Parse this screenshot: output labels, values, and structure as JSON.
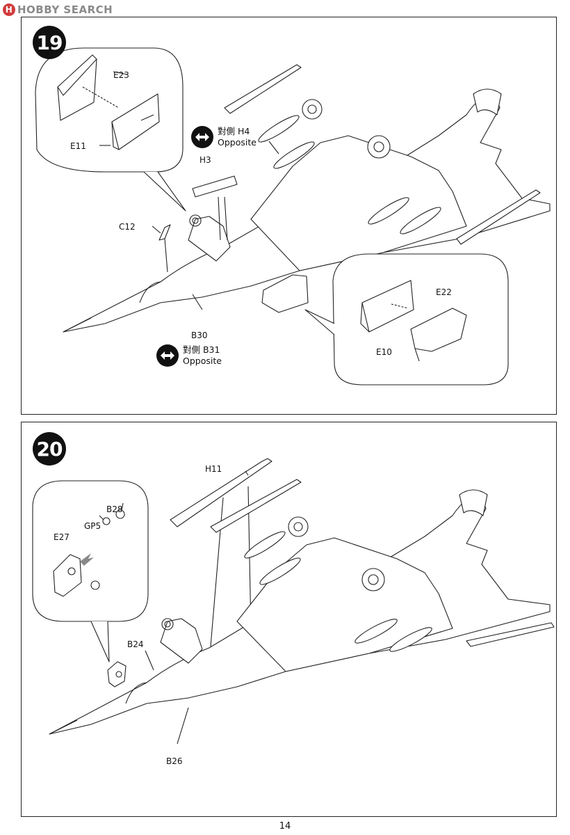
{
  "watermark": {
    "text": "HOBBY SEARCH",
    "logo_letter": "H"
  },
  "steps": [
    {
      "number": "19",
      "labels": {
        "e23": "E23",
        "e11": "E11",
        "h3": "H3",
        "c12": "C12",
        "b30": "B30",
        "e22": "E22",
        "e10": "E10"
      },
      "opposite_1": {
        "part": "對側 H4",
        "word": "Opposite"
      },
      "opposite_2": {
        "part": "對側 B31",
        "word": "Opposite"
      }
    },
    {
      "number": "20",
      "labels": {
        "h11": "H11",
        "b28": "B28",
        "gp5": "GP5",
        "e27": "E27",
        "b24": "B24",
        "b26": "B26"
      }
    }
  ],
  "page_number": "14",
  "colors": {
    "line": "#222222",
    "badge": "#111111",
    "paper": "#ffffff"
  }
}
